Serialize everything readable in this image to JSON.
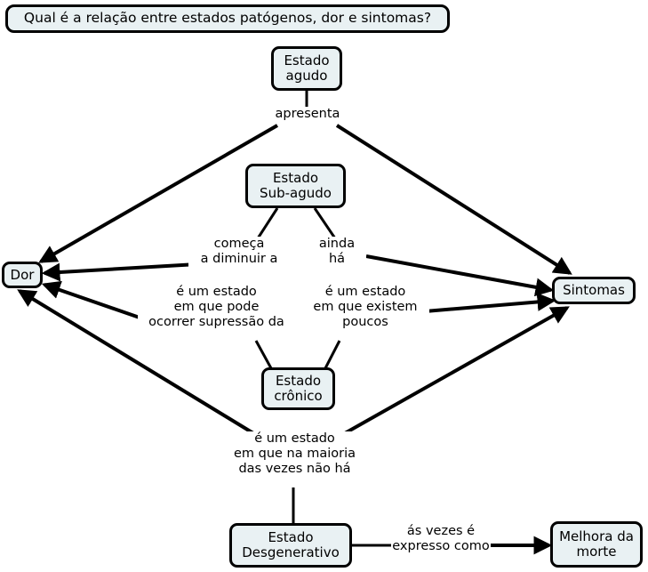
{
  "diagram": {
    "type": "concept-map",
    "language": "pt-BR",
    "background_color": "#ffffff",
    "node_fill_color": "#e9f1f3",
    "node_border_color": "#000000",
    "edge_color": "#000000",
    "text_color": "#000000"
  },
  "focus_question": {
    "text": "Qual é a relação entre estados patógenos, dor e sintomas?"
  },
  "nodes": {
    "estado_agudo": {
      "label": "Estado\nagudo"
    },
    "estado_sub_agudo": {
      "label": "Estado\nSub-agudo"
    },
    "dor": {
      "label": "Dor"
    },
    "sintomas": {
      "label": "Sintomas"
    },
    "estado_cronico": {
      "label": "Estado\ncrônico"
    },
    "estado_desgenerativo": {
      "label": "Estado\nDesgenerativo"
    },
    "melhora_da_morte": {
      "label": "Melhora da\nmorte"
    }
  },
  "edge_labels": {
    "apresenta": "apresenta",
    "comeca_a_diminuir_a": "começa\na diminuir a",
    "ainda_ha": "ainda\nhá",
    "ocorrer_supressao_da": "é um estado\nem que pode\nocorrer supressão da",
    "em_que_existem_poucos": "é um estado\nem que existem\npoucos",
    "na_maioria_das_vezes_nao_ha": "é um estado\nem que na maioria\ndas vezes não há",
    "as_vezes_e_expresso_como": "ás vezes é\nexpresso como"
  },
  "propositions": [
    {
      "from": "estado_agudo",
      "label": "apresenta",
      "to": "dor"
    },
    {
      "from": "estado_agudo",
      "label": "apresenta",
      "to": "sintomas"
    },
    {
      "from": "estado_sub_agudo",
      "label": "começa a diminuir a",
      "to": "dor"
    },
    {
      "from": "estado_sub_agudo",
      "label": "ainda há",
      "to": "sintomas"
    },
    {
      "from": "estado_cronico",
      "label": "é um estado em que pode ocorrer supressão da",
      "to": "dor"
    },
    {
      "from": "estado_cronico",
      "label": "é um estado em que existem poucos",
      "to": "sintomas"
    },
    {
      "from": "estado_desgenerativo",
      "label": "é um estado em que na maioria das vezes não há",
      "to": "dor"
    },
    {
      "from": "estado_desgenerativo",
      "label": "é um estado em que na maioria das vezes não há",
      "to": "sintomas"
    },
    {
      "from": "estado_desgenerativo",
      "label": "ás vezes é expresso como",
      "to": "melhora_da_morte"
    }
  ]
}
